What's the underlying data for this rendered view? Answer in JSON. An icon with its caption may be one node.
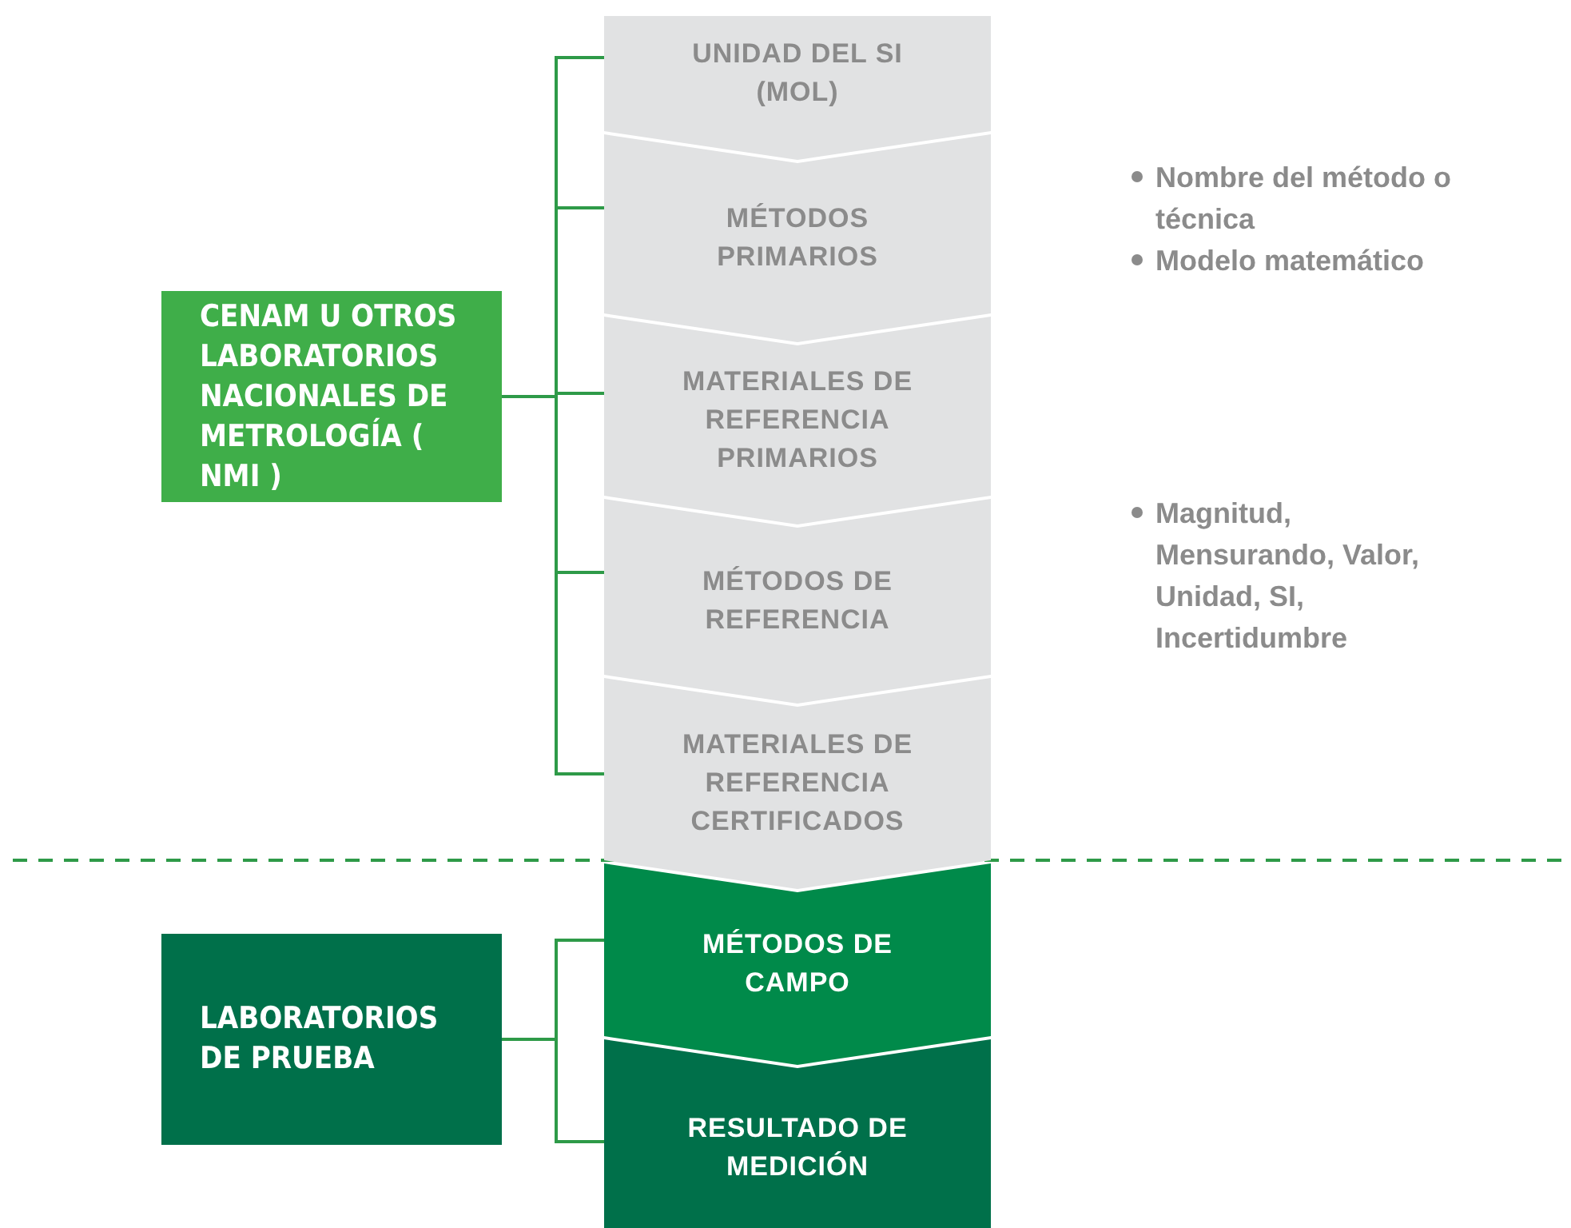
{
  "diagram": {
    "nodes": [
      {
        "text": [
          "CENAM U OTROS LABORATORIOS NACIONALES DE METROLOGÍA ( NMI )"
        ]
      },
      {
        "text": [
          "UNIDAD DEL SI (MOL)"
        ]
      },
      {
        "text": [
          "MÉTODOS PRIMARIOS"
        ]
      },
      {
        "text": [
          "MATERIALES DE REFERENCIA PRIMARIOS"
        ]
      },
      {
        "text": [
          "MÉTODOS DE REFERENCIA"
        ]
      },
      {
        "text": [
          "MATERIALES DE REFERENCIA CERTIFICADOS"
        ]
      },
      {
        "text": [
          "LABORATORIOS DE PRUEBA"
        ]
      },
      {
        "text": [
          "MÉTODOS DE CAMPO"
        ]
      },
      {
        "text": [
          "RESULTADO DE MEDICIÓN"
        ]
      }
    ],
    "edges": [
      {
        "from": 0,
        "to": 1,
        "arrow": "none"
      },
      {
        "from": 0,
        "to": 2,
        "arrow": "none"
      },
      {
        "from": 0,
        "to": 3,
        "arrow": "none"
      },
      {
        "from": 0,
        "to": 4,
        "arrow": "none"
      },
      {
        "from": 0,
        "to": 5,
        "arrow": "none"
      },
      {
        "from": 6,
        "to": 7,
        "arrow": "none"
      },
      {
        "from": 6,
        "to": 8,
        "arrow": "none"
      }
    ],
    "labels": [
      "Nombre del método o técnica",
      "Modelo matemático",
      "Magnitud, Mensurando, Valor, Unidad, SI, Incertidumbre"
    ]
  }
}
